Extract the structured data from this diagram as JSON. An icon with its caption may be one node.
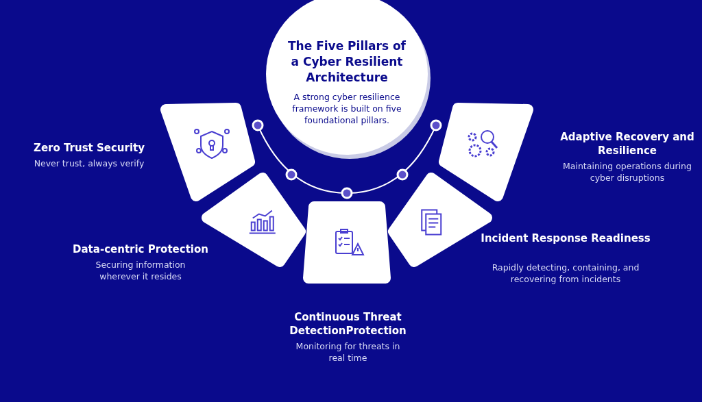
{
  "diagram": {
    "nodes": [
      {
        "text": [
          "The Five Pillars of a Cyber Resilient Architecture",
          "A strong cyber resilience framework is built on five foundational pillars."
        ]
      },
      {
        "text": [],
        "shape": "box",
        "beside": [
          "Zero Trust Security",
          "Never trust, always verify"
        ]
      },
      {
        "text": [],
        "shape": "box",
        "beside": [
          "Data-centric Protection",
          "Securing information wherever it resides"
        ]
      },
      {
        "text": [],
        "shape": "box",
        "beside": [
          "Continuous Threat DetectionProtection",
          "Monitoring for threats in real time"
        ]
      },
      {
        "text": [],
        "shape": "box",
        "beside": [
          "Incident Response Readiness",
          "Rapidly detecting, containing, and recovering from incidents"
        ]
      },
      {
        "text": [],
        "shape": "box",
        "beside": [
          "Adaptive Recovery and Resilience",
          "Maintaining operations during cyber disruptions"
        ]
      }
    ],
    "edges": []
  }
}
